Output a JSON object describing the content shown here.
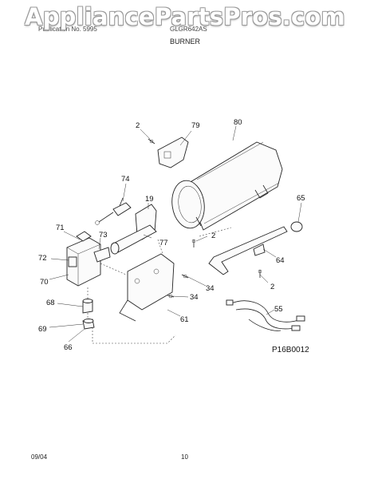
{
  "watermark": "AppliancePartsPros.com",
  "header": {
    "left": "Publication No. 5995",
    "right": "GLGR642AS",
    "section": "BURNER"
  },
  "diagram_code": "P16B0012",
  "footer": {
    "date": "09/04",
    "page": "10"
  },
  "callouts": [
    {
      "id": "c2a",
      "text": "2"
    },
    {
      "id": "c79",
      "text": "79"
    },
    {
      "id": "c80",
      "text": "80"
    },
    {
      "id": "c74",
      "text": "74"
    },
    {
      "id": "c19",
      "text": "19"
    },
    {
      "id": "c65",
      "text": "65"
    },
    {
      "id": "c71",
      "text": "71"
    },
    {
      "id": "c73",
      "text": "73"
    },
    {
      "id": "c77",
      "text": "77"
    },
    {
      "id": "c2b",
      "text": "2"
    },
    {
      "id": "c72",
      "text": "72"
    },
    {
      "id": "c64",
      "text": "64"
    },
    {
      "id": "c70",
      "text": "70"
    },
    {
      "id": "c34a",
      "text": "34"
    },
    {
      "id": "c2c",
      "text": "2"
    },
    {
      "id": "c68",
      "text": "68"
    },
    {
      "id": "c34b",
      "text": "34"
    },
    {
      "id": "c55",
      "text": "55"
    },
    {
      "id": "c61",
      "text": "61"
    },
    {
      "id": "c69",
      "text": "69"
    },
    {
      "id": "c66",
      "text": "66"
    }
  ]
}
